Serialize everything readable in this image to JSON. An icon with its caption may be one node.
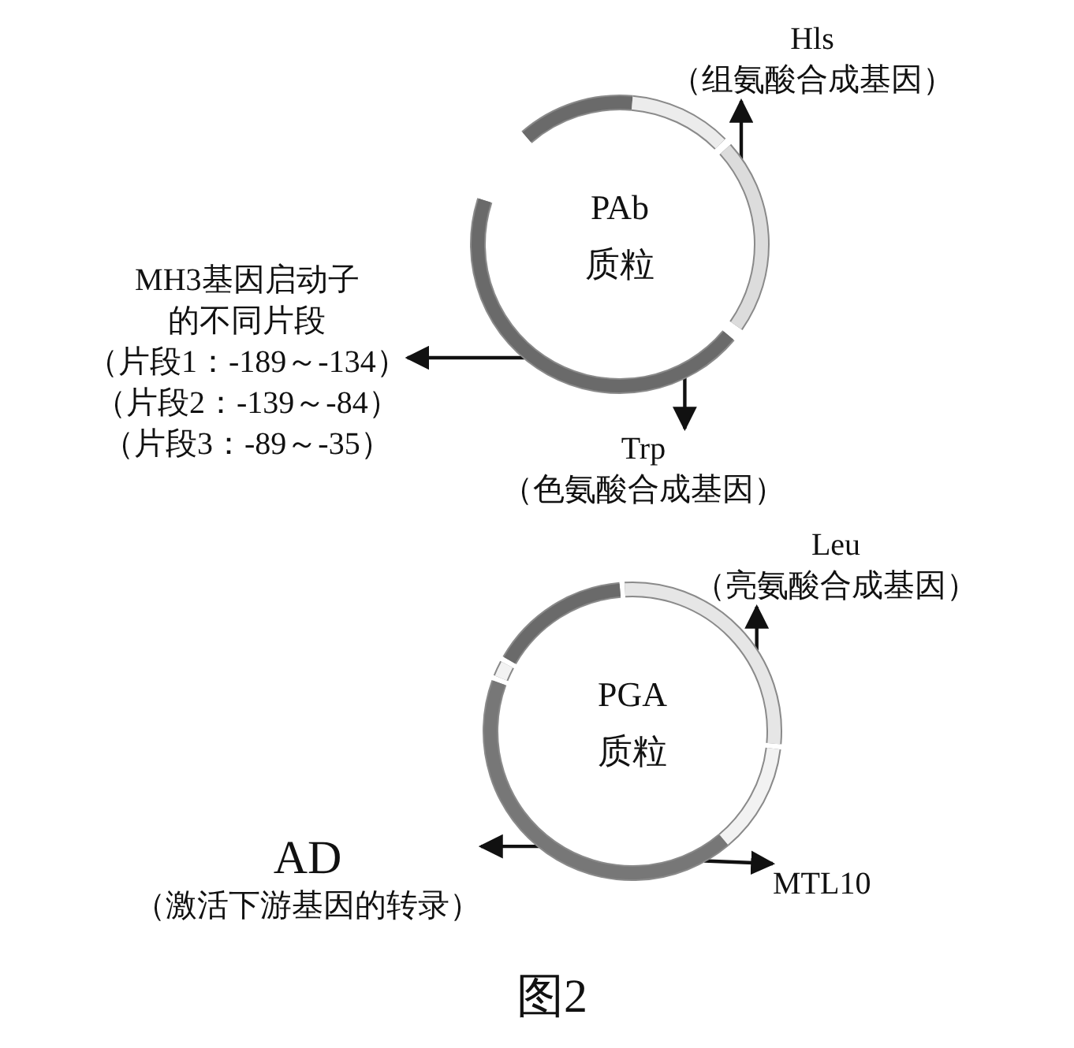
{
  "diagram": {
    "caption": "图2",
    "nodes": [
      {
        "text": [
          "PAb",
          "质粒"
        ]
      },
      {
        "text": [
          "Hls",
          "（组氨酸合成基因）"
        ]
      },
      {
        "text": [
          "MH3基因启动子的不同片段",
          "（片段1：-189～-134）",
          "（片段2：-139～-84）",
          "（片段3：-89～-35）"
        ]
      },
      {
        "text": [
          "Trp",
          "（色氨酸合成基因）"
        ]
      },
      {
        "text": [
          "PGA",
          "质粒"
        ]
      },
      {
        "text": [
          "Leu",
          "（亮氨酸合成基因）"
        ]
      },
      {
        "text": [
          "AD",
          "（激活下游基因的转录）"
        ]
      },
      {
        "text": [
          "MTL10"
        ]
      }
    ],
    "edges": [
      {
        "from": 0,
        "to": 1,
        "arrow": "to"
      },
      {
        "from": 0,
        "to": 2,
        "arrow": "to"
      },
      {
        "from": 0,
        "to": 3,
        "arrow": "to"
      },
      {
        "from": 4,
        "to": 5,
        "arrow": "to"
      },
      {
        "from": 4,
        "to": 6,
        "arrow": "to"
      },
      {
        "from": 4,
        "to": 7,
        "arrow": "to"
      }
    ]
  }
}
